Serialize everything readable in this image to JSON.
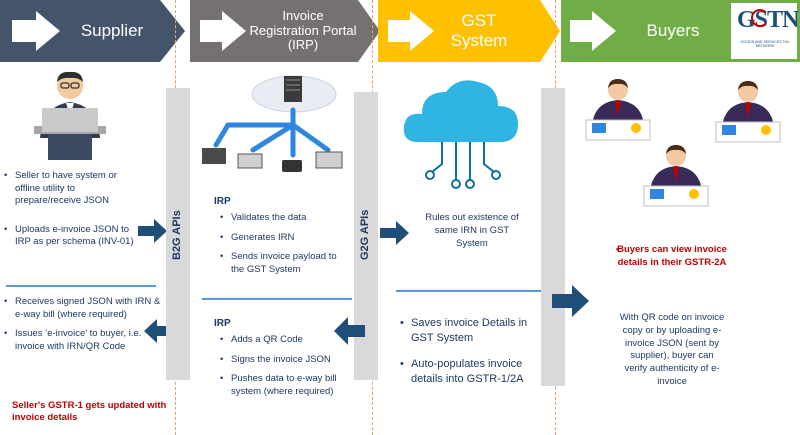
{
  "headers": {
    "supplier": "Supplier",
    "irp": "Invoice Registration Portal (IRP)",
    "gst": "GST System",
    "buyers": "Buyers"
  },
  "logo": {
    "text": "GSTN",
    "caption": "GOODS AND SERVICES TAX NETWORK"
  },
  "apis": {
    "b2g": "B2G APIs",
    "g2g": "G2G APIs"
  },
  "supplier": {
    "top_bullets": [
      "Seller to have system or offline utility to prepare/receive JSON",
      "Uploads e-invoice JSON to IRP as per schema (INV-01)"
    ],
    "bottom_bullets": [
      "Receives signed JSON with IRN & e-way bill (where required)",
      "Issues ‘e-invoice’ to buyer, i.e. invoice with IRN/QR Code"
    ],
    "note": "Seller's GSTR-1 gets updated with invoice details"
  },
  "irp": {
    "top_title": "IRP",
    "top_bullets": [
      "Validates the data",
      "Generates IRN",
      "Sends invoice payload to the GST System"
    ],
    "bottom_title": "IRP",
    "bottom_bullets": [
      "Adds a QR Code",
      "Signs the invoice JSON",
      "Pushes data to e-way bill system (where required)"
    ]
  },
  "gst": {
    "top_text": "Rules out existence of same IRN in GST System",
    "bottom_bullets": [
      "Saves invoice Details in GST System",
      "Auto-populates invoice details into GSTR-1/2A"
    ]
  },
  "buyers": {
    "note": "Buyers can view invoice details in their GSTR-2A",
    "text": "With QR code on invoice copy or by uploading e-invoice JSON (sent by supplier), buyer can verify authenticity of e-invoice"
  },
  "colors": {
    "supplier": "#44546a",
    "irp": "#767171",
    "gst": "#ffc000",
    "buyers": "#70ad47",
    "arrow": "#1f4e79",
    "accent_red": "#c00000"
  }
}
